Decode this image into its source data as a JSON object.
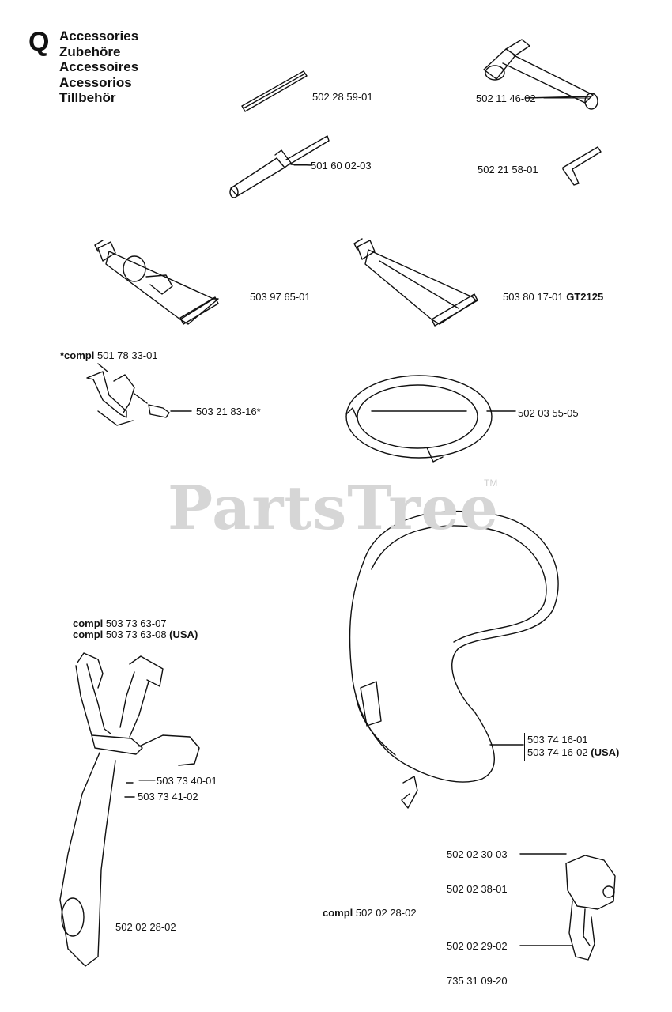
{
  "section": {
    "letter": "Q",
    "titles": [
      "Accessories",
      "Zubehöre",
      "Accessoires",
      "Acessorios",
      "Tillbehör"
    ]
  },
  "labels": {
    "p1": "502 28 59-01",
    "p2": "502 11 46-02",
    "p3": "501 60 02-03",
    "p4": "502 21 58-01",
    "p5": "503 97 65-01",
    "p6": {
      "number": "503 80 17-01",
      "model": "GT2125"
    },
    "p7": {
      "prefix": "*compl",
      "number": "501 78 33-01"
    },
    "p8": "503 21 83-16*",
    "p9": "502 03 55-05",
    "p10": [
      {
        "prefix": "compl",
        "number": "503 73 63-07",
        "suffix": ""
      },
      {
        "prefix": "compl",
        "number": "503 73 63-08",
        "suffix": "(USA)"
      }
    ],
    "p11": "503 73 40-01",
    "p12": "503 73 41-02",
    "p13": "502 02 28-02",
    "p14": "503 74 16-01",
    "p15": {
      "number": "503 74 16-02",
      "suffix": "(USA)"
    },
    "p16": {
      "prefix": "compl",
      "number": "502 02 28-02"
    },
    "p17": "502 02 30-03",
    "p18": "502 02 38-01",
    "p19": "502 02 29-02",
    "p20": "735 31 09-20"
  },
  "watermark": {
    "text": "PartsTree",
    "tm": "TM"
  }
}
